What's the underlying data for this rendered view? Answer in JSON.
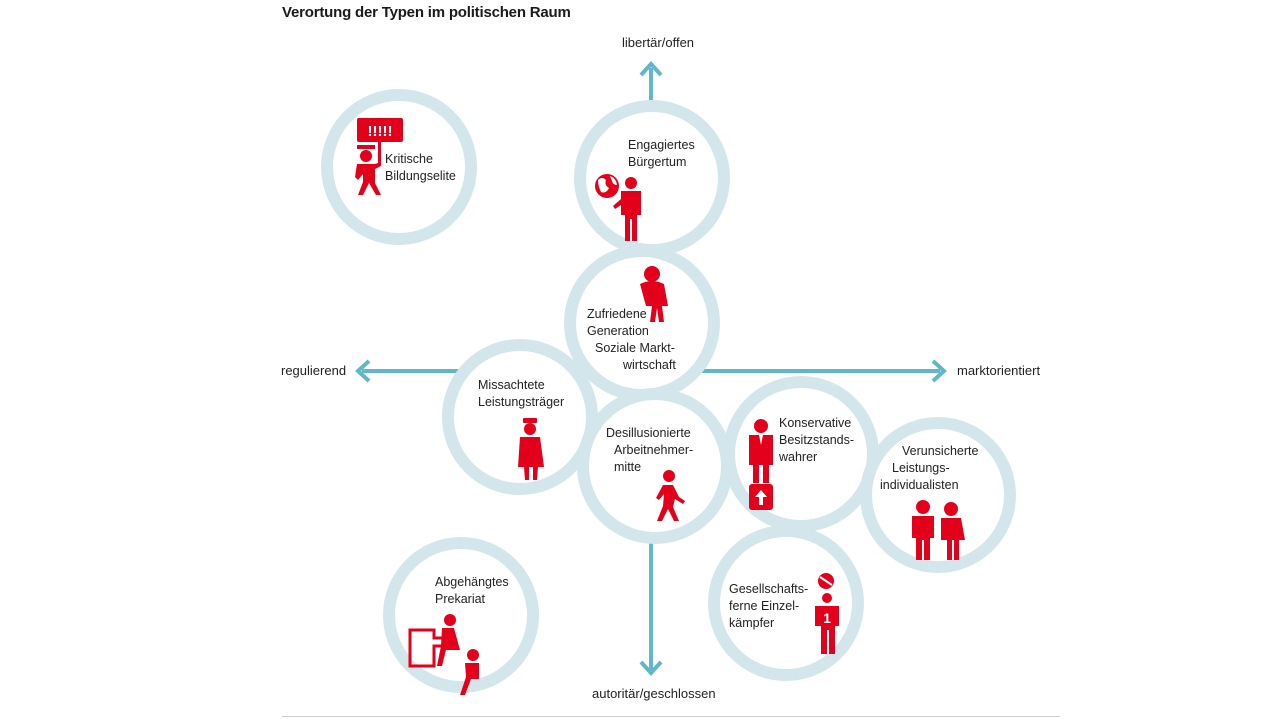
{
  "title": "Verortung der Typen im politischen Raum",
  "colors": {
    "axis": "#5fb7c9",
    "ring": "#d3e6eb",
    "figure": "#e2001a"
  },
  "axes": {
    "top": "libertär/offen",
    "bottom": "autoritär/geschlossen",
    "left": "regulierend",
    "right": "marktorientiert"
  },
  "types": {
    "kritische": [
      "Kritische",
      "Bildungselite"
    ],
    "engagiertes": [
      "Engagiertes",
      "Bürgertum"
    ],
    "zufriedene": [
      "Zufriedene",
      "Generation",
      "Soziale Markt-",
      "wirtschaft"
    ],
    "missachtete": [
      "Missachtete",
      "Leistungsträger"
    ],
    "desillusionierte": [
      "Desillusionierte",
      "Arbeitnehmer-",
      "mitte"
    ],
    "konservative": [
      "Konservative",
      "Besitzstands-",
      "wahrer"
    ],
    "verunsicherte": [
      "Verunsicherte",
      "Leistungs-",
      "individualisten"
    ],
    "gesellschaftsferne": [
      "Gesellschafts-",
      "ferne Einzel-",
      "kämpfer"
    ],
    "abgehaengtes": [
      "Abgehängtes",
      "Prekariat"
    ]
  },
  "icons": {
    "kritische": "protester-with-sign-icon",
    "engagiertes": "person-with-globe-icon",
    "zufriedene": "older-woman-icon",
    "missachtete": "nurse-icon",
    "desillusionierte": "walking-person-icon",
    "konservative": "businessman-with-bag-icon",
    "verunsicherte": "couple-icon",
    "gesellschaftsferne": "person-with-number-icon",
    "abgehaengtes": "sitting-people-icon"
  }
}
